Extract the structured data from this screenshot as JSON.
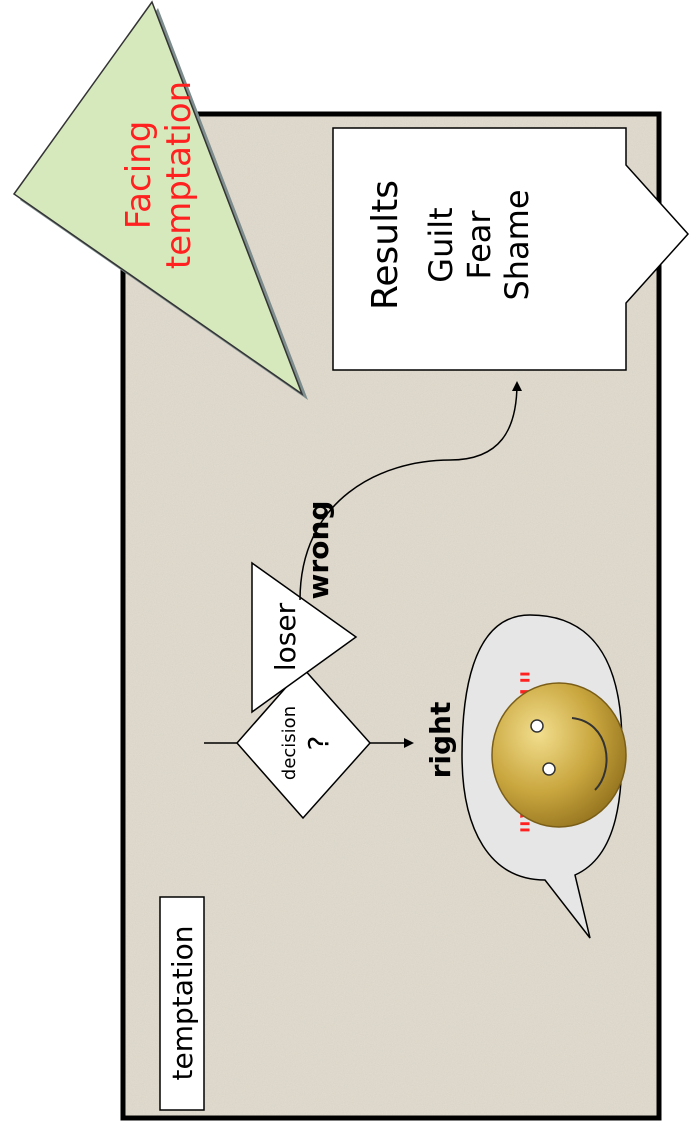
{
  "title": {
    "line1": "Facing",
    "line2": "temptation"
  },
  "nodes": {
    "temptation": "temptation",
    "decision": "decision",
    "decision_symbol": "?",
    "right": "right",
    "wrong": "wrong",
    "loser": "loser"
  },
  "results": {
    "heading": "Results",
    "items": [
      "Guilt",
      "Fear",
      "Shame"
    ]
  },
  "speech": "\"Winner!\"",
  "colors": {
    "canvas": "#e3ddd0",
    "triangle_fill": "#d6e9bd",
    "title_text": "#ff2020",
    "smiley": "#c9a63e",
    "bubble": "#e6e6e6"
  }
}
